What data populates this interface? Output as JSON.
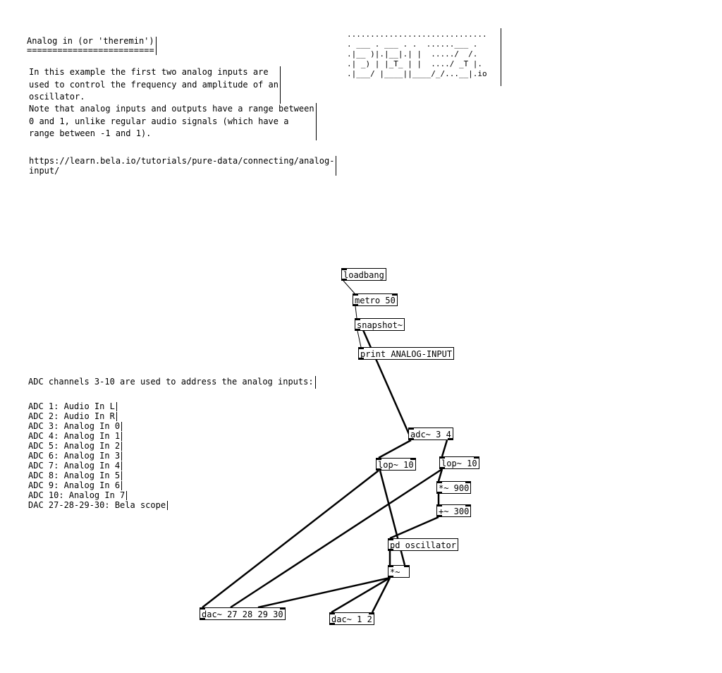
{
  "comments": {
    "title": "Analog in (or 'theremin')\n=========================",
    "intro1": "In this example the first two analog inputs are\nused to control the frequency and amplitude of an\noscillator.",
    "intro2": "Note that analog inputs and outputs have a range between\n0 and 1, unlike regular audio signals (which have a\nrange between -1 and 1).",
    "url": "https://learn.bela.io/tutorials/pure-data/connecting/analog-\ninput/",
    "adc_header": "ADC channels 3-10 are used to address the analog inputs:",
    "adc_list": [
      "ADC 1: Audio In L",
      "ADC 2: Audio In R",
      "ADC 3: Analog In 0",
      "ADC 4: Analog In 1",
      "ADC 5: Analog In 2",
      "ADC 6: Analog In 3",
      "ADC 7: Analog In 4",
      "ADC 8: Analog In 5",
      "ADC 9: Analog In 6",
      "ADC 10: Analog In 7",
      "DAC 27-28-29-30: Bela scope"
    ]
  },
  "logo": {
    "art": "..............................\n. ___ . ___ . .  ......___ .\n.|__ )|.|__|.| |  ...../  /.\n.| _) | |_T_ | |  ..../ _T |.\n.|___/ |____||____/_/...__|.io",
    "suffix": "io"
  },
  "objects": {
    "loadbang": "loadbang",
    "metro": "metro 50",
    "snapshot": "snapshot~",
    "print": "print ANALOG-INPUT",
    "adc": "adc~ 3 4",
    "lop_left": "lop~ 10",
    "lop_right": "lop~ 10",
    "mul900": "*~ 900",
    "add300": "+~ 300",
    "oscillator": "pd oscillator",
    "mul": "*~",
    "dac_scope": "dac~ 27 28 29 30",
    "dac_out": "dac~ 1 2"
  }
}
